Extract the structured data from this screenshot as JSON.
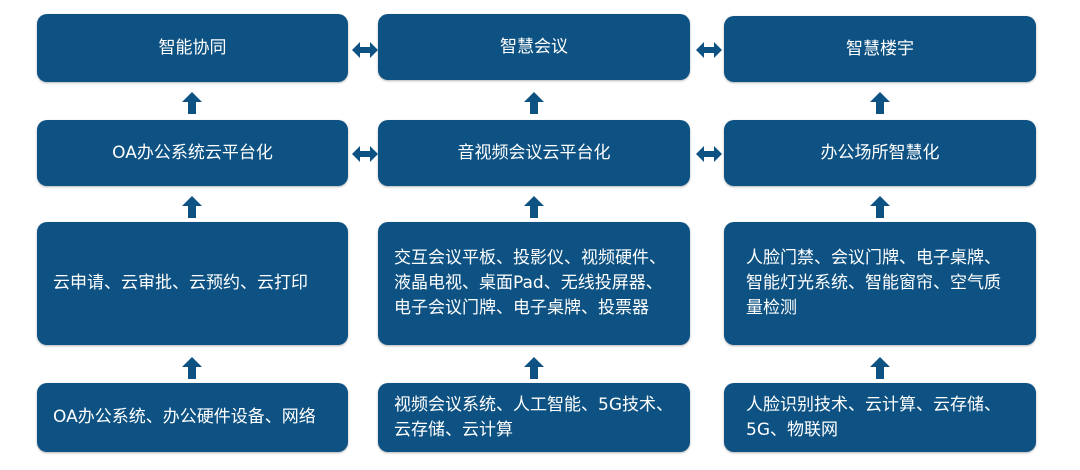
{
  "columns": [
    {
      "top": "智能协同",
      "platform": "OA办公系统云平台化",
      "apps": "云申请、云审批、云预约、云打印",
      "base": "OA办公系统、办公硬件设备、网络"
    },
    {
      "top": "智慧会议",
      "platform": "音视频会议云平台化",
      "apps": "交互会议平板、投影仪、视频硬件、液晶电视、桌面Pad、无线投屏器、电子会议门牌、电子桌牌、投票器",
      "base": "视频会议系统、人工智能、5G技术、云存储、云计算"
    },
    {
      "top": "智慧楼宇",
      "platform": "办公场所智慧化",
      "apps": "人脸门禁、会议门牌、电子桌牌、智能灯光系统、智能窗帘、空气质量检测",
      "base": "人脸识别技术、云计算、云存储、5G、物联网"
    }
  ],
  "colors": {
    "box": "#0e5283"
  }
}
